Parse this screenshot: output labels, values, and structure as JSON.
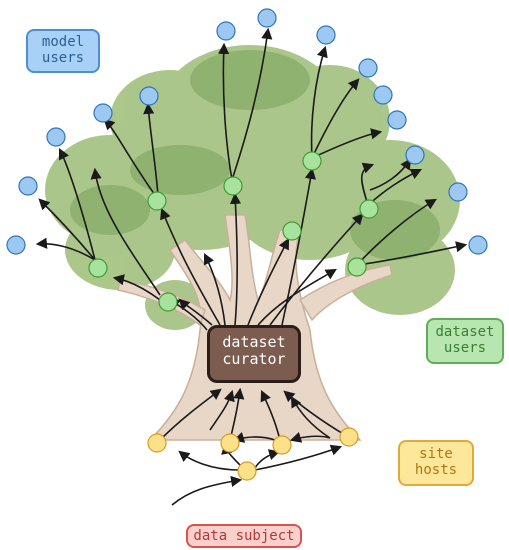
{
  "labels": {
    "model_users": [
      "model",
      "users"
    ],
    "dataset_users": [
      "dataset",
      "users"
    ],
    "site_hosts": [
      "site",
      "hosts"
    ],
    "data_subject": "data subject",
    "dataset_curator": [
      "dataset",
      "curator"
    ]
  },
  "colors": {
    "model_user_node": "#9cc8f2",
    "dataset_user_node": "#a7e39d",
    "site_host_node": "#fde08a",
    "curator_fill": "#7b5c4f",
    "canopy": "#8fb56a",
    "trunk": "#e6d2c2"
  }
}
